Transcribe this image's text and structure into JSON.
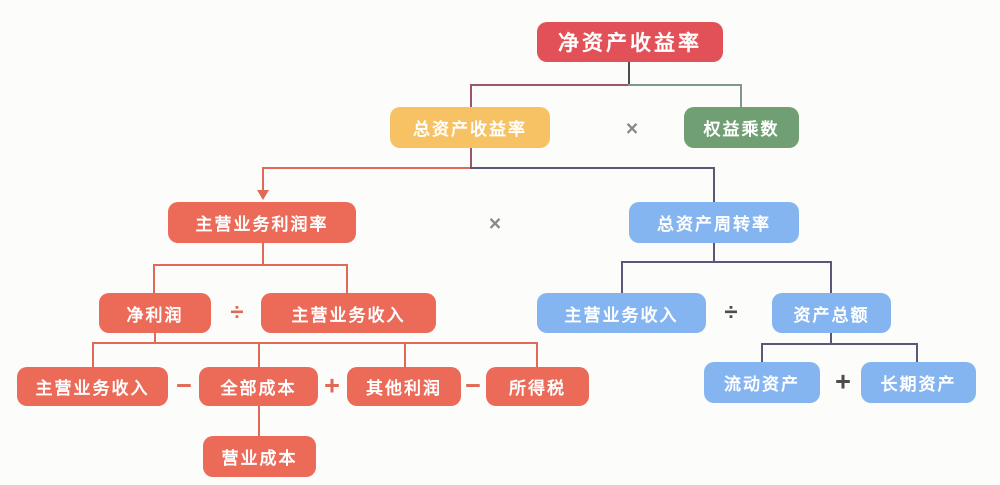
{
  "diagram_type": "dupont-analysis-tree",
  "nodes": {
    "roe": {
      "label": "净资产收益率",
      "color": "#e25157"
    },
    "roa": {
      "label": "总资产收益率",
      "color": "#f6c263"
    },
    "equity_multiplier": {
      "label": "权益乘数",
      "color": "#6f9f72"
    },
    "operating_profit_margin": {
      "label": "主营业务利润率",
      "color": "#ec6a58"
    },
    "total_asset_turnover": {
      "label": "总资产周转率",
      "color": "#85b5f1"
    },
    "net_profit": {
      "label": "净利润",
      "color": "#ec6a58"
    },
    "main_revenue_left": {
      "label": "主营业务收入",
      "color": "#ec6a58"
    },
    "main_revenue_right": {
      "label": "主营业务收入",
      "color": "#85b5f1"
    },
    "total_assets": {
      "label": "资产总额",
      "color": "#85b5f1"
    },
    "main_revenue_bottom": {
      "label": "主营业务收入",
      "color": "#ec6a58"
    },
    "total_cost": {
      "label": "全部成本",
      "color": "#ec6a58"
    },
    "other_profit": {
      "label": "其他利润",
      "color": "#ec6a58"
    },
    "income_tax": {
      "label": "所得税",
      "color": "#ec6a58"
    },
    "current_assets": {
      "label": "流动资产",
      "color": "#85b5f1"
    },
    "long_term_assets": {
      "label": "长期资产",
      "color": "#85b5f1"
    },
    "operating_cost": {
      "label": "营业成本",
      "color": "#ec6a58"
    }
  },
  "operators": {
    "multiply": "×",
    "divide": "÷",
    "minus": "−",
    "plus": "+"
  },
  "equations": [
    "净资产收益率 = 总资产收益率 × 权益乘数",
    "总资产收益率 = 主营业务利润率 × 总资产周转率",
    "主营业务利润率 = 净利润 ÷ 主营业务收入",
    "总资产周转率 = 主营业务收入 ÷ 资产总额",
    "净利润 = 主营业务收入 − 全部成本 + 其他利润 − 所得税",
    "资产总额 = 流动资产 + 长期资产",
    "全部成本 → 营业成本"
  ],
  "colors": {
    "node_red": "#e25157",
    "node_salmon": "#ec6a58",
    "node_yellow": "#f6c263",
    "node_green": "#6f9f72",
    "node_blue": "#85b5f1",
    "line_orange": "#e06a58",
    "line_purple": "#5e5578",
    "line_maroon": "#9c5767",
    "line_sage": "#7e988b",
    "line_dark": "#4d4d4d",
    "operator_gray": "#8a8a8a",
    "background": "#fcfcfa"
  }
}
